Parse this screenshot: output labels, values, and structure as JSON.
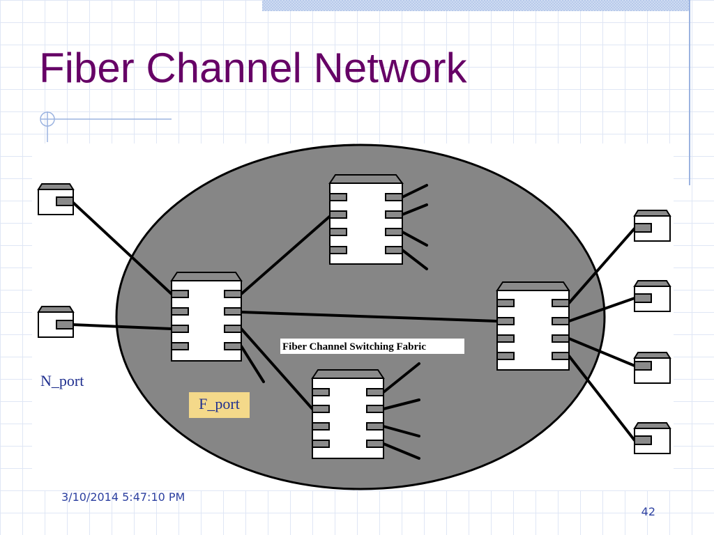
{
  "slide": {
    "title": "Fiber Channel Network",
    "footer_date": "3/10/2014 5:47:10 PM",
    "page_number": "42"
  },
  "diagram": {
    "fabric_label": "Fiber Channel Switching Fabric",
    "nport_label": "N_port",
    "fport_label": "F_port"
  },
  "colors": {
    "title": "#660066",
    "fabric_fill": "#868686",
    "label_text": "#1f2f8f",
    "fport_highlight": "#f4d98a"
  }
}
